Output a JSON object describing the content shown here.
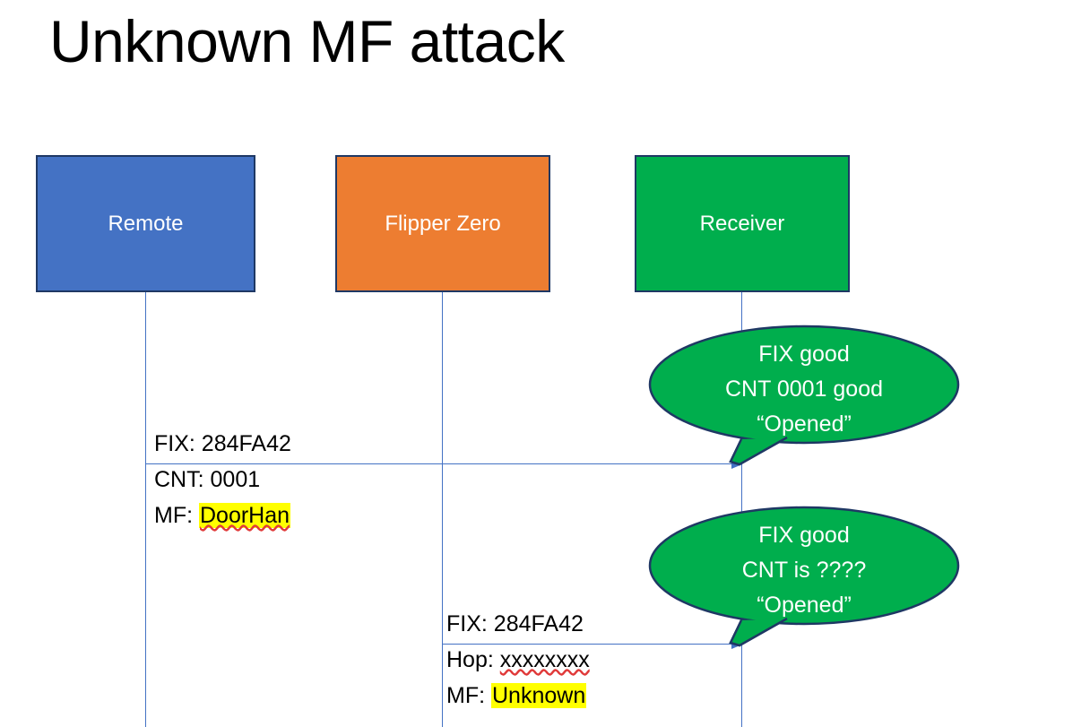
{
  "slide": {
    "title": "Unknown MF attack",
    "background": "#FFFFFF"
  },
  "colors": {
    "remote_box": "#4472C4",
    "flipper_box": "#ED7D31",
    "receiver_box": "#00AE4D",
    "box_border": "#1F3864",
    "arrow_line": "#4472C4",
    "callout_fill": "#00AE4D",
    "callout_border": "#1F3864",
    "highlight": "#FFFF00",
    "spellcheck_underline": "#E03A3A",
    "text_dark": "#000000",
    "text_light": "#FFFFFF"
  },
  "actors": [
    {
      "id": "remote",
      "label": "Remote"
    },
    {
      "id": "flipper",
      "label": "Flipper Zero"
    },
    {
      "id": "receiver",
      "label": "Receiver"
    }
  ],
  "messages": [
    {
      "id": "msg-1",
      "from": "remote",
      "to": "receiver",
      "lines": [
        {
          "label": "FIX:",
          "value": "284FA42",
          "highlight": false,
          "spellcheck": false
        },
        {
          "label": "CNT:",
          "value": "0001",
          "highlight": false,
          "spellcheck": false
        },
        {
          "label": "MF:",
          "value": "DoorHan",
          "highlight": true,
          "spellcheck": true
        }
      ]
    },
    {
      "id": "msg-2",
      "from": "flipper",
      "to": "receiver",
      "lines": [
        {
          "label": "FIX:",
          "value": "284FA42",
          "highlight": false,
          "spellcheck": false
        },
        {
          "label": "Hop:",
          "value": "xxxxxxxx",
          "highlight": false,
          "spellcheck": true
        },
        {
          "label": "MF:",
          "value": "Unknown",
          "highlight": true,
          "spellcheck": false
        }
      ]
    }
  ],
  "callouts": [
    {
      "id": "callout-1",
      "owner": "receiver",
      "lines": [
        "FIX good",
        "CNT 0001 good",
        "“Opened”"
      ]
    },
    {
      "id": "callout-2",
      "owner": "receiver",
      "lines": [
        "FIX good",
        "CNT is ????",
        "“Opened”"
      ]
    }
  ]
}
